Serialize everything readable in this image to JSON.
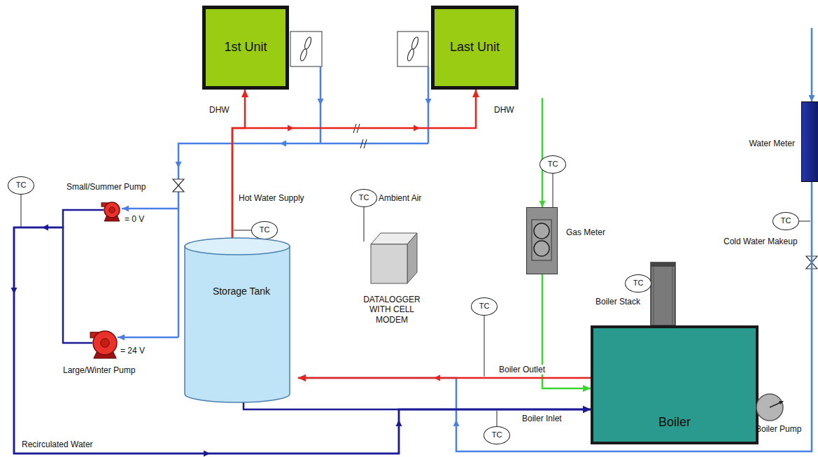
{
  "diagram": {
    "nodes": [
      {
        "text": [
          "1st Unit"
        ]
      },
      {
        "text": [
          "Last Unit"
        ]
      },
      {
        "text": [
          "Water Meter"
        ]
      },
      {
        "text": [
          "TC"
        ]
      },
      {
        "text": [
          "TC"
        ]
      },
      {
        "text": [
          "Small/Summer Pump",
          "= 0 V"
        ]
      },
      {
        "text": [
          "TC"
        ]
      },
      {
        "text": [
          "TC"
        ]
      },
      {
        "text": [
          "Gas Meter"
        ]
      },
      {
        "text": [
          "TC"
        ]
      },
      {
        "text": [
          "Storage Tank"
        ]
      },
      {
        "text": [
          "TC"
        ]
      },
      {
        "text": [
          "TC"
        ]
      },
      {
        "text": [
          "DATALOGGER WITH CELL MODEM"
        ]
      },
      {
        "text": [
          "Large/Winter Pump",
          "= 24 V"
        ]
      },
      {
        "text": [
          "Boiler"
        ]
      },
      {
        "text": [
          "Boiler Pump"
        ]
      },
      {
        "text": [
          "TC"
        ]
      }
    ],
    "edges": [
      {
        "from": 10,
        "to": 0,
        "arrow": "to",
        "label": "Hot Water Supply"
      },
      {
        "from": 10,
        "to": 1,
        "arrow": "to"
      },
      {
        "from": 15,
        "to": 10,
        "arrow": "to",
        "label": "Boiler Outlet"
      },
      {
        "from": 10,
        "to": 15,
        "arrow": "to",
        "label": "Boiler Inlet"
      },
      {
        "from": 8,
        "to": 15,
        "arrow": "to"
      },
      {
        "from": 2,
        "to": 10,
        "arrow": "to"
      },
      {
        "from": 5,
        "to": 15,
        "arrow": "to"
      },
      {
        "from": 14,
        "to": 15,
        "arrow": "to",
        "label": "Recirculated Water"
      }
    ],
    "labels": [
      "DHW",
      "DHW",
      "Ambient Air",
      "Boiler Stack",
      "Cold Water Makeup"
    ]
  }
}
